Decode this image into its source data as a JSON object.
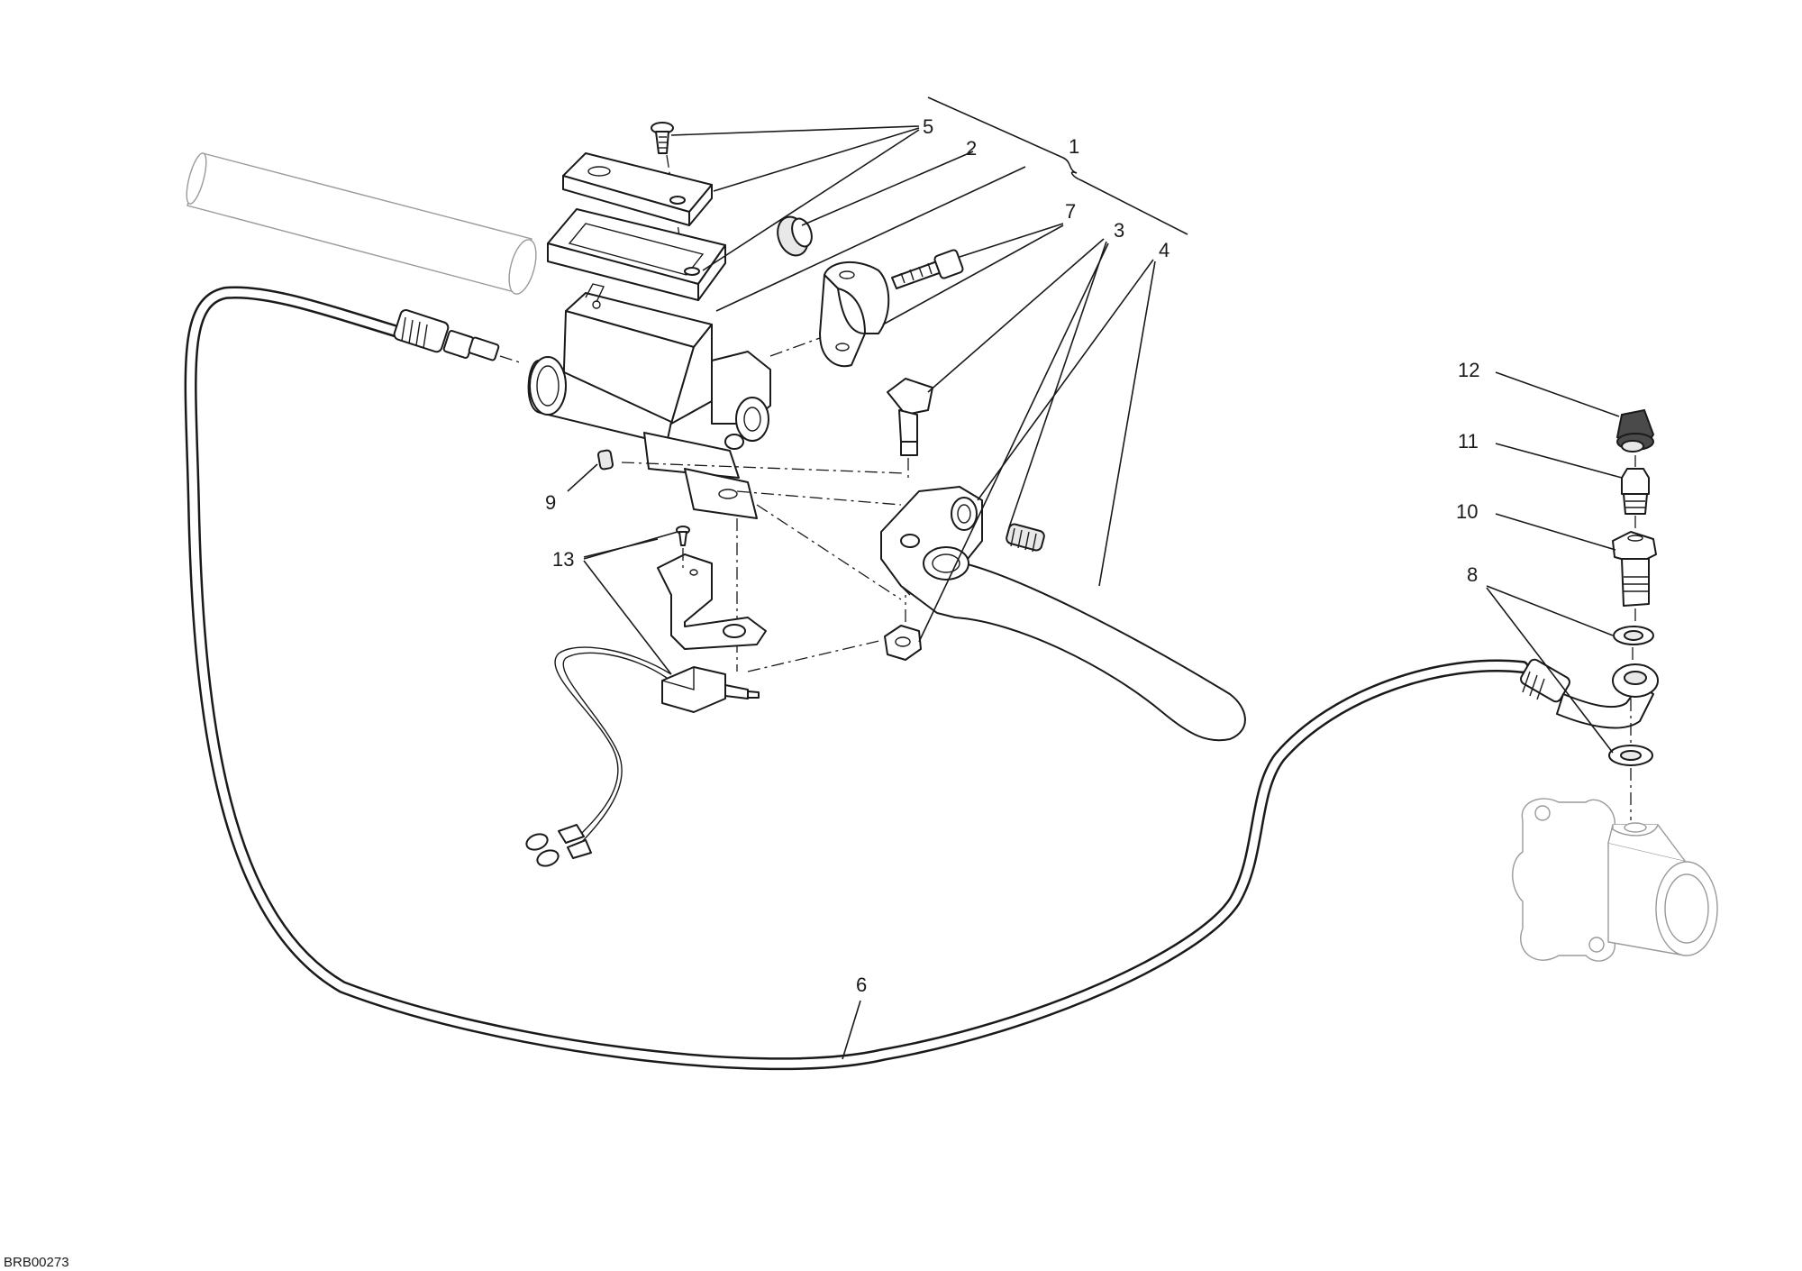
{
  "drawing_code": "BRB00273",
  "callouts": [
    {
      "id": "1",
      "label": "1"
    },
    {
      "id": "2",
      "label": "2"
    },
    {
      "id": "3",
      "label": "3"
    },
    {
      "id": "4",
      "label": "4"
    },
    {
      "id": "5",
      "label": "5"
    },
    {
      "id": "6",
      "label": "6"
    },
    {
      "id": "7",
      "label": "7"
    },
    {
      "id": "8",
      "label": "8"
    },
    {
      "id": "9",
      "label": "9"
    },
    {
      "id": "10",
      "label": "10"
    },
    {
      "id": "11",
      "label": "11"
    },
    {
      "id": "12",
      "label": "12"
    },
    {
      "id": "13",
      "label": "13"
    }
  ]
}
